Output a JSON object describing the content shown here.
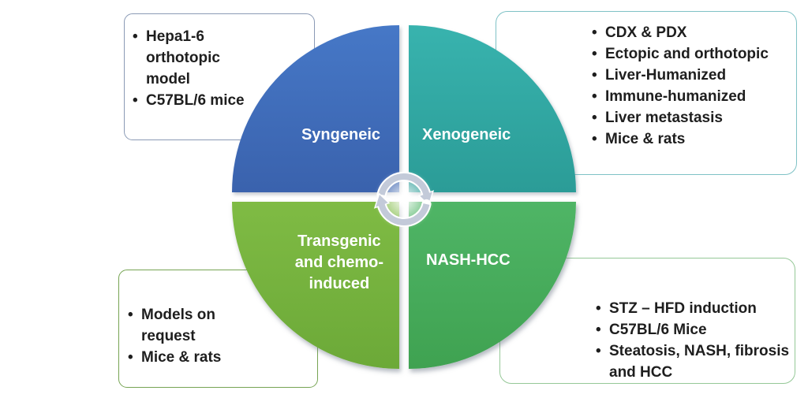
{
  "wheel": {
    "center_icon": "cycle-arrows-icon",
    "icon_color": "#c3cad9",
    "quadrants": [
      {
        "id": "syngeneic",
        "label": "Syngeneic",
        "color_top": "#4678c7",
        "color_bottom": "#3a62ad"
      },
      {
        "id": "xenogeneic",
        "label": "Xenogeneic",
        "color_top": "#38b3ae",
        "color_bottom": "#2b9c97"
      },
      {
        "id": "transgenic",
        "label": "Transgenic\nand chemo-\ninduced",
        "color_top": "#7fbb44",
        "color_bottom": "#6ca938"
      },
      {
        "id": "nash_hcc",
        "label": "NASH-HCC",
        "color_top": "#4fb566",
        "color_bottom": "#3fa251"
      }
    ]
  },
  "callouts": {
    "syngeneic": {
      "border_color": "#8a9ab5",
      "items": [
        "Hepa1-6 orthotopic model",
        "C57BL/6 mice"
      ]
    },
    "xenogeneic": {
      "border_color": "#7fc2c6",
      "items": [
        "CDX & PDX",
        "Ectopic and orthotopic",
        "Liver-Humanized",
        "Immune-humanized",
        "Liver metastasis",
        "Mice & rats"
      ]
    },
    "transgenic": {
      "border_color": "#76a453",
      "items": [
        "Models on request",
        "Mice & rats"
      ]
    },
    "nash_hcc": {
      "border_color": "#95c897",
      "items": [
        "STZ – HFD induction",
        "C57BL/6 Mice",
        "Steatosis, NASH, fibrosis and HCC"
      ]
    }
  }
}
